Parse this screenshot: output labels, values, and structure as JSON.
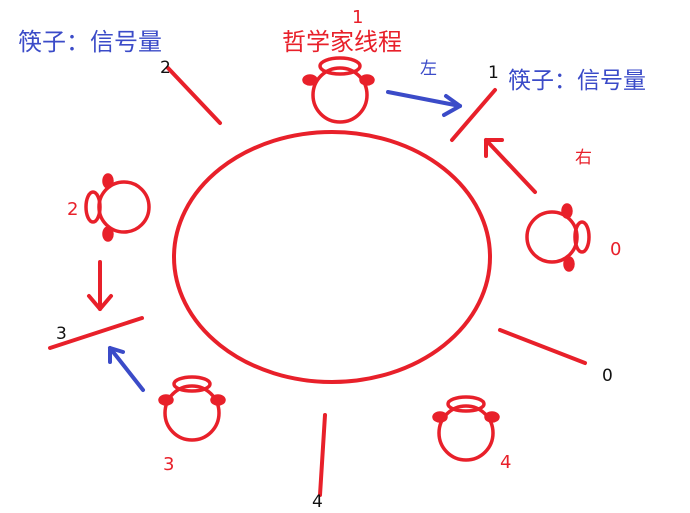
{
  "labels": {
    "chopstick_semaphore_left": "筷子：信号量",
    "chopstick_semaphore_right": "筷子：信号量",
    "philosopher_thread": "哲学家线程",
    "left": "左",
    "right": "右"
  },
  "philosophers": [
    {
      "id": "0",
      "label": "0"
    },
    {
      "id": "1",
      "label": "1"
    },
    {
      "id": "2",
      "label": "2"
    },
    {
      "id": "3",
      "label": "3"
    },
    {
      "id": "4",
      "label": "4"
    }
  ],
  "chopsticks": [
    {
      "id": "0",
      "label": "0"
    },
    {
      "id": "1",
      "label": "1"
    },
    {
      "id": "2",
      "label": "2"
    },
    {
      "id": "3",
      "label": "3"
    },
    {
      "id": "4",
      "label": "4"
    }
  ],
  "colors": {
    "red": "#e8202a",
    "blue": "#3b4bc8",
    "black": "#111111",
    "background": "#ffffff"
  }
}
